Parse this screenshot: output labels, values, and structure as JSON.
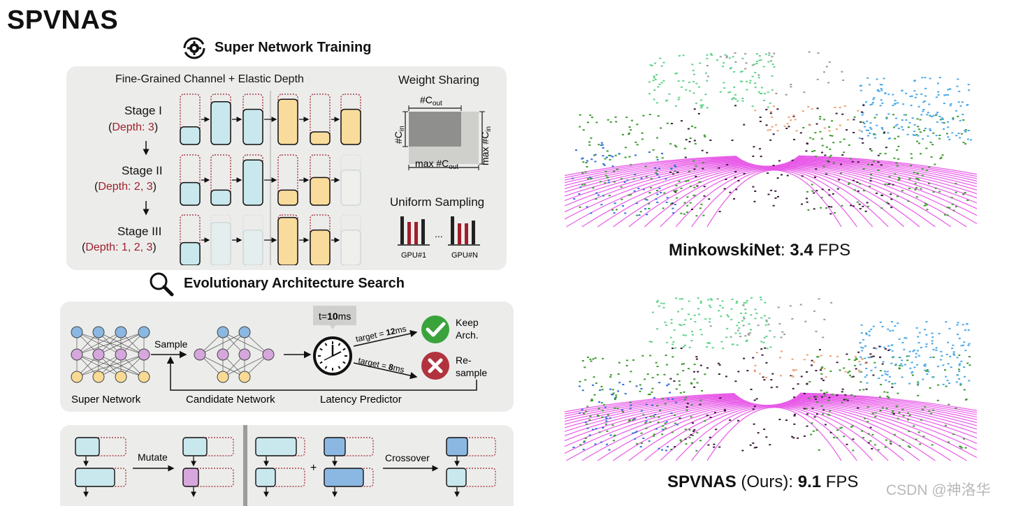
{
  "title": "SPVNAS",
  "training": {
    "heading": "Super Network Training",
    "subhead_left": "Fine-Grained Channel + Elastic Depth",
    "subhead_right": "Weight Sharing",
    "stages": [
      {
        "name": "Stage I",
        "open": "(",
        "depth": "Depth: 3",
        "close": ")"
      },
      {
        "name": "Stage II",
        "open": "(",
        "depth": "Depth: 2, 3",
        "close": ")"
      },
      {
        "name": "Stage III",
        "open": "(",
        "depth": "Depth: 1, 2, 3",
        "close": ")"
      }
    ],
    "weight": {
      "c_out": "#C",
      "sub_out": "out",
      "c_in": "#C",
      "sub_in": "in",
      "max_c_out": "max #C",
      "max_c_in": "max #C"
    },
    "uniform": {
      "heading": "Uniform Sampling",
      "gpu1": "GPU#1",
      "gpun": "GPU#N",
      "dots": "..."
    }
  },
  "search": {
    "heading": "Evolutionary Architecture Search",
    "sample": "Sample",
    "super_network": "Super Network",
    "candidate_network": "Candidate Network",
    "latency_predictor": "Latency Predictor",
    "t_prefix": "t=",
    "t_value": "10",
    "t_unit": "ms",
    "target_hi_prefix": "target = ",
    "target_hi": "12",
    "target_lo_prefix": "target = ",
    "target_lo": "8",
    "ms": "ms",
    "keep": [
      "Keep",
      "Arch."
    ],
    "resample": [
      "Re-",
      "sample"
    ]
  },
  "evolution": {
    "mutate": "Mutate",
    "crossover": "Crossover",
    "plus": "+"
  },
  "results": [
    {
      "model": "MinkowskiNet",
      "sep": ": ",
      "fps": "3.4",
      "unit": " FPS",
      "suffix": ""
    },
    {
      "model": "SPVNAS",
      "suffix": " (Ours)",
      "sep": ": ",
      "fps": "9.1",
      "unit": " FPS"
    }
  ],
  "watermark": "CSDN @神洛华",
  "colors": {
    "cyan": "#c9e8ee",
    "yellow": "#f9dc9c",
    "gray_block": "#efefec",
    "red_dot": "#a01e2b",
    "blue_node": "#8ab8e2",
    "purple_node": "#d6a7dc",
    "yellow_node": "#f8da95",
    "green_check": "#3aa33c",
    "red_x": "#b1333e",
    "magenta": "#e648e6"
  }
}
